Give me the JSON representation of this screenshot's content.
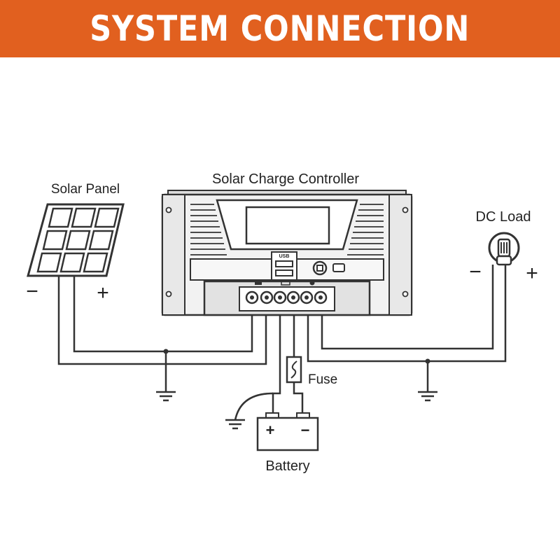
{
  "banner": {
    "title": "SYSTEM CONNECTION",
    "bg_color": "#e1601f",
    "text_color": "#ffffff"
  },
  "labels": {
    "solar_panel": "Solar Panel",
    "controller": "Solar Charge Controller",
    "dc_load": "DC Load",
    "fuse": "Fuse",
    "battery": "Battery"
  },
  "symbols": {
    "panel_minus": "−",
    "panel_plus": "+",
    "load_minus": "−",
    "load_plus": "+",
    "battery_plus": "+",
    "battery_minus": "−"
  },
  "controller": {
    "usb_label": "USB"
  },
  "icons": {
    "panel": "solar-panel-icon",
    "controller": "charge-controller-icon",
    "load": "light-bulb-icon",
    "battery": "battery-icon",
    "fuse": "fuse-icon",
    "ground": "ground-icon"
  },
  "colors": {
    "line": "#333333",
    "device_fill": "#e9e9e9",
    "accent": "#e1601f"
  }
}
